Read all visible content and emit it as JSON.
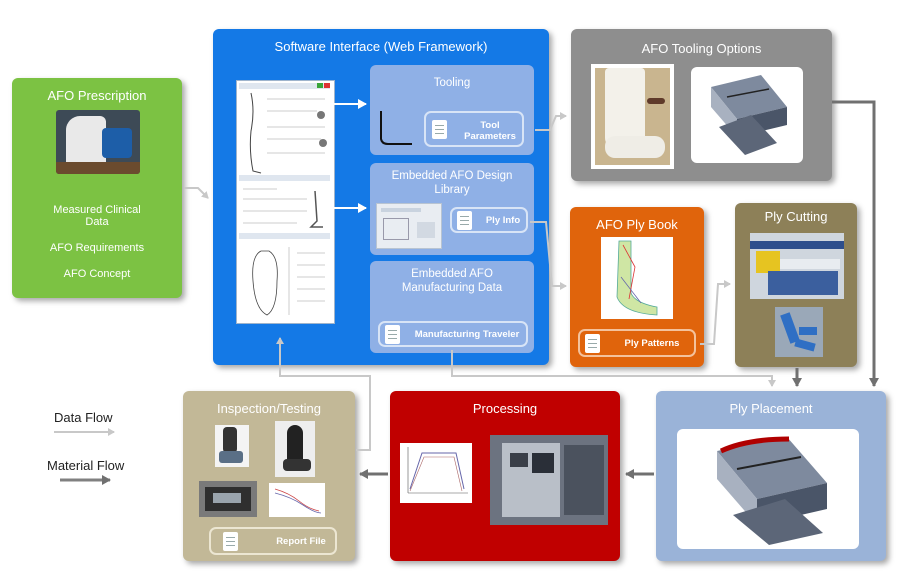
{
  "colors": {
    "green": "#7cc243",
    "blue": "#1479e6",
    "subblue": "#8fb0e6",
    "gray": "#8e8e8e",
    "orange": "#e0640c",
    "olive": "#8d8058",
    "tan": "#c2b897",
    "red": "#c00000",
    "lightblue": "#9ab3d8",
    "dataflow": "#c8c8c8",
    "materialflow": "#808080"
  },
  "prescription": {
    "title": "AFO Prescription",
    "items": [
      "Measured Clinical Data",
      "AFO Requirements",
      "AFO Concept"
    ]
  },
  "software": {
    "title": "Software Interface (Web Framework)",
    "tooling": {
      "title": "Tooling",
      "label": "Tool Parameters"
    },
    "design": {
      "title": "Embedded AFO Design Library",
      "label": "Ply Info"
    },
    "manufacturing": {
      "title": "Embedded AFO Manufacturing Data",
      "label": "Manufacturing Traveler"
    }
  },
  "tooling_options": {
    "title": "AFO Tooling Options"
  },
  "ply_book": {
    "title": "AFO Ply Book",
    "label": "Ply Patterns"
  },
  "ply_cutting": {
    "title": "Ply Cutting"
  },
  "ply_placement": {
    "title": "Ply Placement"
  },
  "processing": {
    "title": "Processing"
  },
  "inspection": {
    "title": "Inspection/Testing",
    "label": "Report File"
  },
  "legend": {
    "data_flow": "Data Flow",
    "material_flow": "Material Flow"
  }
}
